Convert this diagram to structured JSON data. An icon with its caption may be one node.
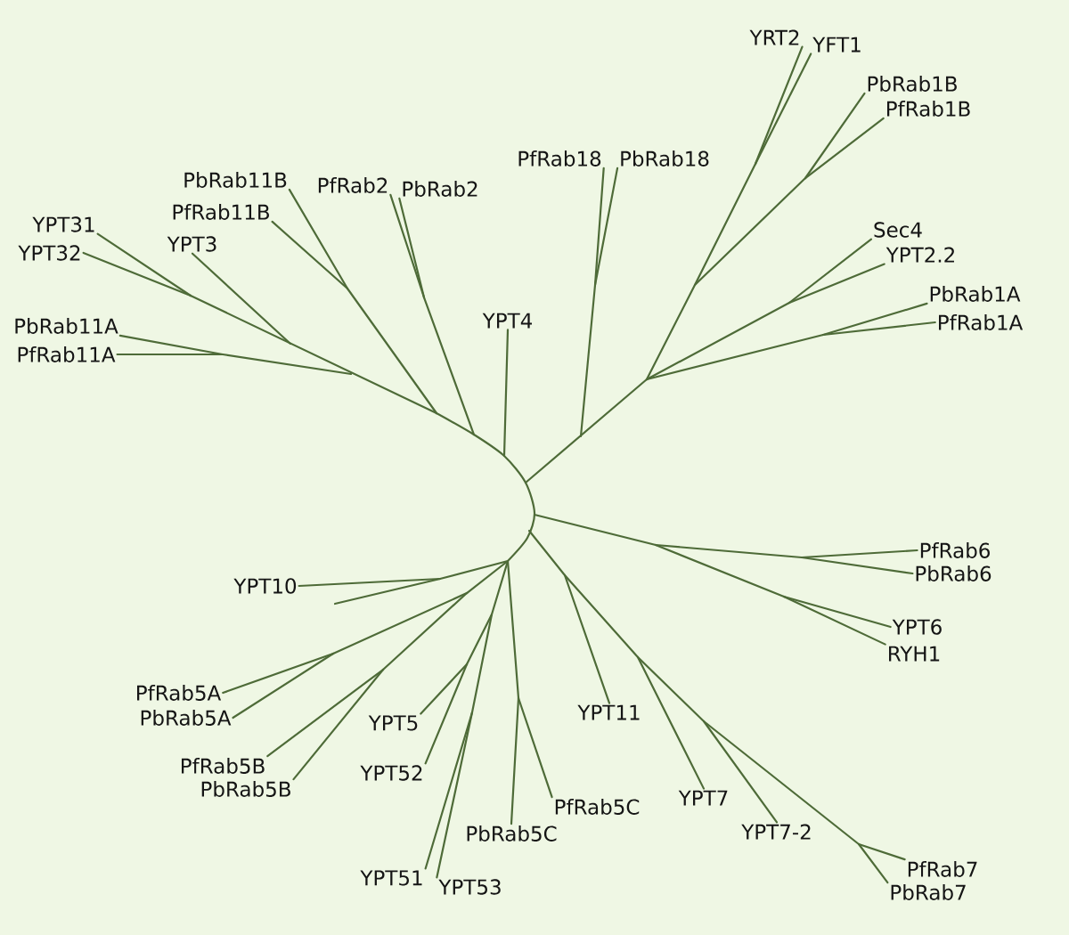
{
  "diagram": {
    "nodes": [
      {
        "text": [
          "YRT2"
        ]
      },
      {
        "text": [
          "YFT1"
        ]
      },
      {
        "text": [
          "PbRab1B"
        ]
      },
      {
        "text": [
          "PfRab1B"
        ]
      },
      {
        "text": [
          "PfRab18"
        ]
      },
      {
        "text": [
          "PbRab18"
        ]
      },
      {
        "text": [
          "PbRab11B"
        ]
      },
      {
        "text": [
          "PfRab2"
        ]
      },
      {
        "text": [
          "PbRab2"
        ]
      },
      {
        "text": [
          "PfRab11B"
        ]
      },
      {
        "text": [
          "YPT31"
        ]
      },
      {
        "text": [
          "Sec4"
        ]
      },
      {
        "text": [
          "YPT3"
        ]
      },
      {
        "text": [
          "YPT32"
        ]
      },
      {
        "text": [
          "YPT2.2"
        ]
      },
      {
        "text": [
          "PbRab1A"
        ]
      },
      {
        "text": [
          "YPT4"
        ]
      },
      {
        "text": [
          "PfRab1A"
        ]
      },
      {
        "text": [
          "PbRab11A"
        ]
      },
      {
        "text": [
          "PfRab11A"
        ]
      },
      {
        "text": [
          "PfRab6"
        ]
      },
      {
        "text": [
          "PbRab6"
        ]
      },
      {
        "text": [
          "YPT10"
        ]
      },
      {
        "text": [
          "YPT6"
        ]
      },
      {
        "text": [
          "RYH1"
        ]
      },
      {
        "text": [
          "PfRab5A"
        ]
      },
      {
        "text": [
          "YPT11"
        ]
      },
      {
        "text": [
          "PbRab5A"
        ]
      },
      {
        "text": [
          "YPT5"
        ]
      },
      {
        "text": [
          "PfRab5B"
        ]
      },
      {
        "text": [
          "YPT52"
        ]
      },
      {
        "text": [
          "PbRab5B"
        ]
      },
      {
        "text": [
          "YPT7"
        ]
      },
      {
        "text": [
          "PfRab5C"
        ]
      },
      {
        "text": [
          "YPT7-2"
        ]
      },
      {
        "text": [
          "PbRab5C"
        ]
      },
      {
        "text": [
          "PfRab7"
        ]
      },
      {
        "text": [
          "YPT51"
        ]
      },
      {
        "text": [
          "YPT53"
        ]
      },
      {
        "text": [
          "PbRab7"
        ]
      }
    ],
    "edges": [
      {
        "from": null,
        "to": 0,
        "arrow": "none"
      },
      {
        "from": null,
        "to": 1,
        "arrow": "none"
      },
      {
        "from": null,
        "to": 2,
        "arrow": "none"
      },
      {
        "from": null,
        "to": 3,
        "arrow": "none"
      },
      {
        "from": null,
        "to": 4,
        "arrow": "none"
      },
      {
        "from": null,
        "to": 5,
        "arrow": "none"
      },
      {
        "from": null,
        "to": 6,
        "arrow": "none"
      },
      {
        "from": null,
        "to": 7,
        "arrow": "none"
      },
      {
        "from": null,
        "to": 8,
        "arrow": "none"
      },
      {
        "from": null,
        "to": 9,
        "arrow": "none"
      },
      {
        "from": null,
        "to": 10,
        "arrow": "none"
      },
      {
        "from": null,
        "to": 11,
        "arrow": "none"
      },
      {
        "from": null,
        "to": 12,
        "arrow": "none"
      },
      {
        "from": null,
        "to": 13,
        "arrow": "none"
      },
      {
        "from": null,
        "to": 14,
        "arrow": "none"
      },
      {
        "from": null,
        "to": 15,
        "arrow": "none"
      },
      {
        "from": null,
        "to": 16,
        "arrow": "none"
      },
      {
        "from": null,
        "to": 17,
        "arrow": "none"
      },
      {
        "from": null,
        "to": 18,
        "arrow": "none"
      },
      {
        "from": null,
        "to": 19,
        "arrow": "none"
      },
      {
        "from": null,
        "to": 20,
        "arrow": "none"
      },
      {
        "from": null,
        "to": 21,
        "arrow": "none"
      },
      {
        "from": null,
        "to": 22,
        "arrow": "none"
      },
      {
        "from": null,
        "to": 23,
        "arrow": "none"
      },
      {
        "from": null,
        "to": 24,
        "arrow": "none"
      },
      {
        "from": null,
        "to": 25,
        "arrow": "none"
      },
      {
        "from": null,
        "to": 26,
        "arrow": "none"
      },
      {
        "from": null,
        "to": 27,
        "arrow": "none"
      },
      {
        "from": null,
        "to": 28,
        "arrow": "none"
      },
      {
        "from": null,
        "to": 29,
        "arrow": "none"
      },
      {
        "from": null,
        "to": 30,
        "arrow": "none"
      },
      {
        "from": null,
        "to": 31,
        "arrow": "none"
      },
      {
        "from": null,
        "to": 32,
        "arrow": "none"
      },
      {
        "from": null,
        "to": 33,
        "arrow": "none"
      },
      {
        "from": null,
        "to": 34,
        "arrow": "none"
      },
      {
        "from": null,
        "to": 35,
        "arrow": "none"
      },
      {
        "from": null,
        "to": 36,
        "arrow": "none"
      },
      {
        "from": null,
        "to": 37,
        "arrow": "none"
      },
      {
        "from": null,
        "to": 38,
        "arrow": "none"
      },
      {
        "from": null,
        "to": 39,
        "arrow": "none"
      }
    ]
  }
}
